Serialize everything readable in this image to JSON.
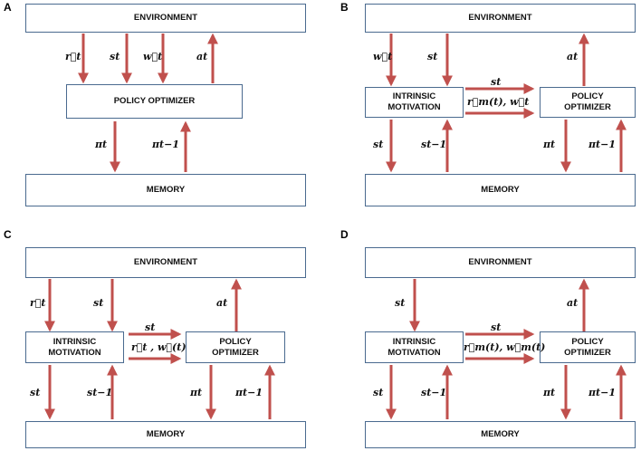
{
  "panels": {
    "A": {
      "letter": "A",
      "environment": "ENVIRONMENT",
      "policy": "POLICY OPTIMIZER",
      "memory": "MEMORY",
      "labels": {
        "r": "r⃗t",
        "s": "st",
        "w": "w⃗t",
        "a": "at",
        "pi": "πt",
        "pim1": "πt−1"
      }
    },
    "B": {
      "letter": "B",
      "environment": "ENVIRONMENT",
      "intrinsic_1": "INTRINSIC",
      "intrinsic_2": "MOTIVATION",
      "policy_1": "POLICY",
      "policy_2": "OPTIMIZER",
      "memory": "MEMORY",
      "labels": {
        "w": "w⃗t",
        "s_top": "st",
        "a": "at",
        "s_mid": "st",
        "rw": "r⃗m(t), w⃗t",
        "s_bot": "st",
        "sm1": "st−1",
        "pi": "πt",
        "pim1": "πt−1"
      }
    },
    "C": {
      "letter": "C",
      "environment": "ENVIRONMENT",
      "intrinsic_1": "INTRINSIC",
      "intrinsic_2": "MOTIVATION",
      "policy_1": "POLICY",
      "policy_2": "OPTIMIZER",
      "memory": "MEMORY",
      "labels": {
        "r": "r⃗t",
        "s_top": "st",
        "a": "at",
        "s_mid": "st",
        "rw": "r⃗t , w⃗(t)",
        "s_bot": "st",
        "sm1": "st−1",
        "pi": "πt",
        "pim1": "πt−1"
      }
    },
    "D": {
      "letter": "D",
      "environment": "ENVIRONMENT",
      "intrinsic_1": "INTRINSIC",
      "intrinsic_2": "MOTIVATION",
      "policy_1": "POLICY",
      "policy_2": "OPTIMIZER",
      "memory": "MEMORY",
      "labels": {
        "s_top": "st",
        "a": "at",
        "s_mid": "st",
        "rw": "r⃗m(t), w⃗m(t)",
        "s_bot": "st",
        "sm1": "st−1",
        "pi": "πt",
        "pim1": "πt−1"
      }
    }
  },
  "colors": {
    "arrow": "#c0504d",
    "box_border": "#4a6a8f"
  }
}
